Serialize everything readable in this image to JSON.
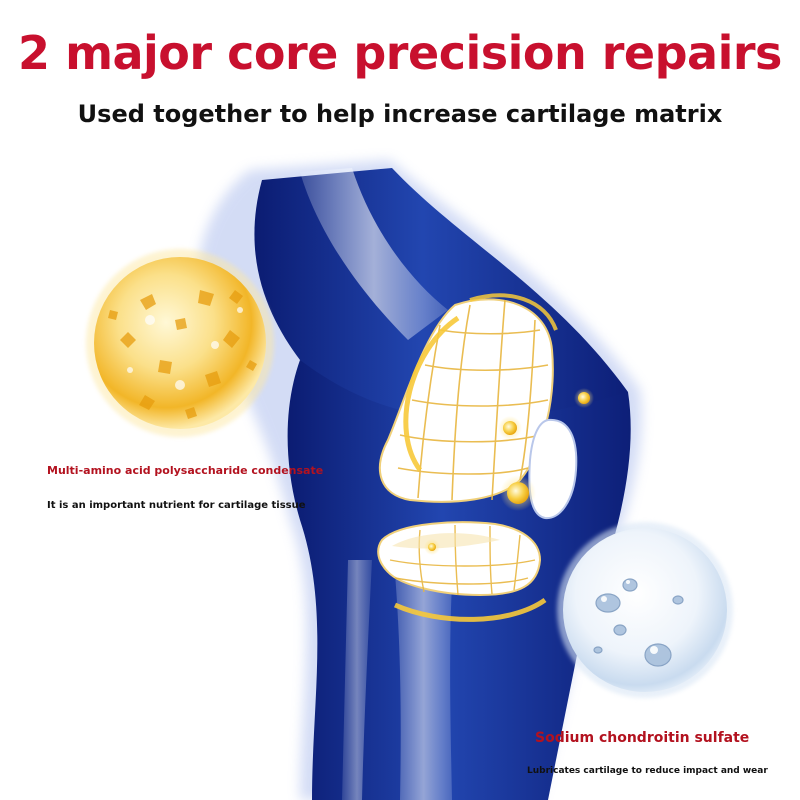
{
  "header": {
    "title": "2 major core precision repairs",
    "subtitle": "Used together to help increase cartilage matrix"
  },
  "ingredients": {
    "left": {
      "name": "Multi-amino acid polysaccharide condensate",
      "description": "It is an important nutrient for cartilage tissue"
    },
    "right": {
      "name": "Sodium chondroitin sulfate",
      "description": "Lubricates cartilage to reduce impact and wear"
    }
  },
  "colors": {
    "title_red": "#c8102e",
    "caption_red": "#b3121f",
    "body_black": "#111111",
    "leg_blue": "#1e3a9a",
    "glow_gold": "#f6c431",
    "water_blue": "#c7dcf1"
  },
  "icons": [
    "knee-joint-illustration",
    "amino-acid-granule-sphere",
    "water-droplet-sphere"
  ]
}
